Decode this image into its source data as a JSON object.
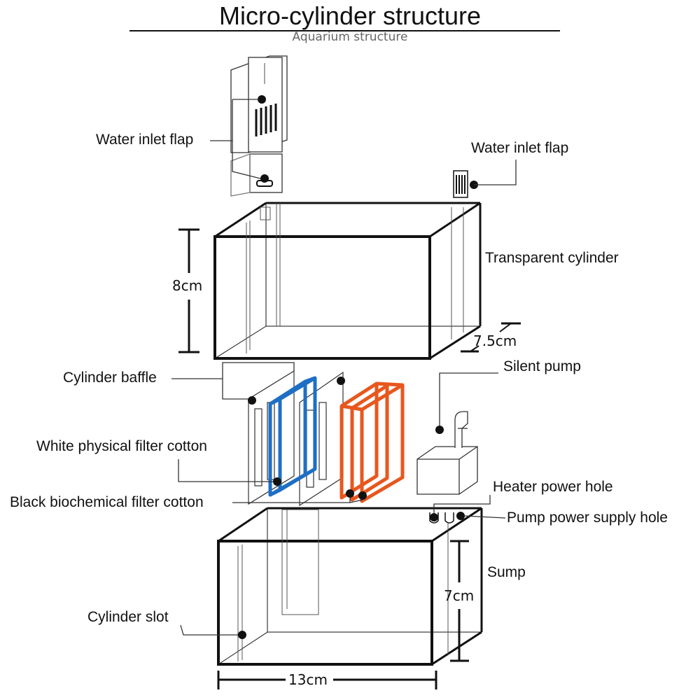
{
  "title": "Micro-cylinder structure",
  "subtitle": "Aquarium structure",
  "labels": {
    "water_inlet_flap_left": "Water inlet flap",
    "water_inlet_flap_right": "Water inlet flap",
    "transparent_cylinder": "Transparent cylinder",
    "cylinder_baffle": "Cylinder baffle",
    "silent_pump": "Silent pump",
    "white_filter_cotton": "White physical filter cotton",
    "black_filter_cotton": "Black biochemical filter cotton",
    "heater_power_hole": "Heater power hole",
    "pump_power_supply_hole": "Pump power supply hole",
    "sump": "Sump",
    "cylinder_slot": "Cylinder slot"
  },
  "dimensions": {
    "height_top": "8cm",
    "depth": "7.5cm",
    "height_sump": "7cm",
    "width": "13cm"
  },
  "colors": {
    "line": "#111111",
    "white_cotton_frame": "#1e6fc4",
    "black_cotton_frame": "#e8571e"
  }
}
